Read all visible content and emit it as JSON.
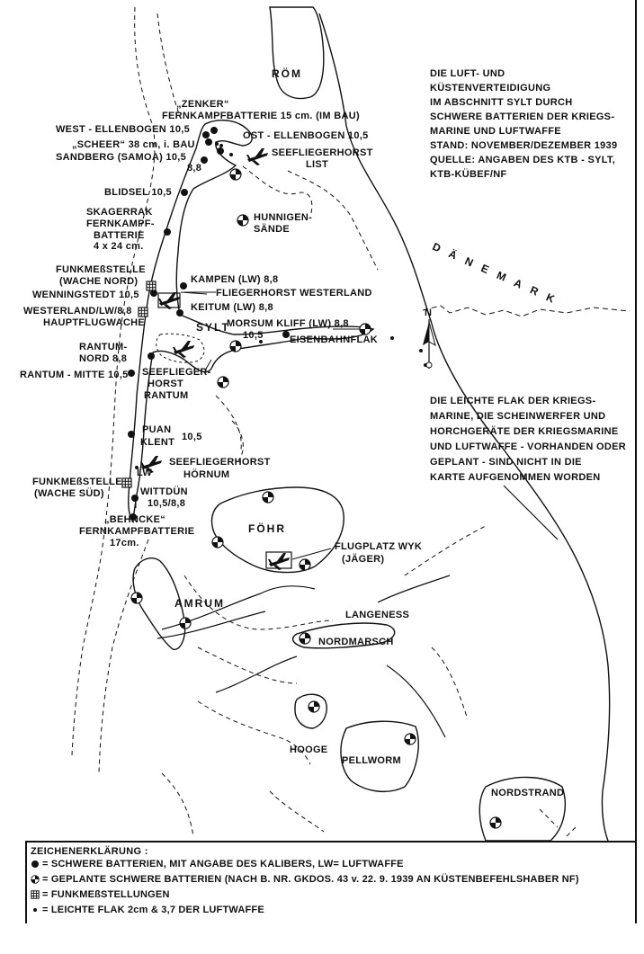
{
  "title": {
    "lines": [
      "DIE LUFT- UND",
      "KÜSTENVERTEIDIGUNG",
      "IM ABSCHNITT SYLT DURCH",
      "SCHWERE BATTERIEN DER KRIEGS-",
      "MARINE UND LUFTWAFFE",
      "STAND: NOVEMBER/DEZEMBER 1939",
      "QUELLE: ANGABEN DES KTB - SYLT,",
      "KTB-KÜBEF/NF"
    ]
  },
  "note": {
    "lines": [
      "DIE LEICHTE FLAK DER KRIEGS-",
      "MARINE, DIE SCHEINWERFER UND",
      "HORCHGERÄTE DER KRIEGSMARINE",
      "UND LUFTWAFFE - VORHANDEN ODER",
      "GEPLANT - SIND NICHT IN DIE",
      "KARTE AUFGENOMMEN WORDEN"
    ]
  },
  "islands": {
    "roem": "RÖM",
    "sylt": "SYLT",
    "foehr": "FÖHR",
    "amrum": "AMRUM",
    "langeness": "LANGENESS",
    "nordmarsch": "NORDMARSCH",
    "hooge": "HOOGE",
    "pellworm": "PELLWORM",
    "nordstrand": "NORDSTRAND",
    "hunnigen_1": "HUNNIGEN-",
    "hunnigen_2": "SÄNDE",
    "daenemark": "DÄNEMARK"
  },
  "labels": {
    "zenker_1": "„ZENKER“",
    "zenker_2": "FERNKAMPFBATTERIE 15 cm. (IM BAU)",
    "west_ellenbogen": "WEST - ELLENBOGEN 10,5",
    "ost_ellenbogen": "OST - ELLENBOGEN 10,5",
    "scheer": "„SCHEER“ 38 cm, i. BAU",
    "sandberg": "SANDBERG (SAMOA) 10,5",
    "sandberg_cal": "8,8",
    "seeflieger_list_1": "SEEFLIEGERHORST",
    "seeflieger_list_2": "LIST",
    "blidsel": "BLIDSEL 10,5",
    "skagerrak_1": "SKAGERRAK",
    "skagerrak_2": "FERNKAMPF-",
    "skagerrak_3": "BATTERIE",
    "skagerrak_4": "4 x 24 cm.",
    "funkmess_nord_1": "FUNKMEßSTELLE",
    "funkmess_nord_2": "(WACHE NORD)",
    "kampen": "KAMPEN (LW) 8,8",
    "wenningstedt": "WENNINGSTEDT 10,5",
    "fliegerhorst_westerland": "FLIEGERHORST  WESTERLAND",
    "westerland_1": "WESTERLAND/LW/8,8",
    "westerland_2": "HAUPTFLUGWACHE",
    "keitum": "KEITUM (LW) 8,8",
    "morsum": "MORSUM KLIFF (LW) 8,8",
    "morsum_cal": "10,5",
    "eisenbahnflak": "EISENBAHNFLAK",
    "rantum_nord_1": "RANTUM-",
    "rantum_nord_2": "NORD 8,8",
    "rantum_mitte": "RANTUM - MITTE 10,5",
    "seeflieger_rantum_1": "SEEFLIEGER-",
    "seeflieger_rantum_2": "HORST",
    "seeflieger_rantum_3": "RANTUM",
    "puan_1": "PUAN",
    "puan_2": "KLENT",
    "puan_cal": "10,5",
    "lw": "LW",
    "seeflieger_hoernum_1": "SEEFLIEGERHORST",
    "seeflieger_hoernum_2": "HÖRNUM",
    "funkmess_sued_1": "FUNKMEßSTELLE",
    "funkmess_sued_2": "(WACHE SÜD)",
    "wittduen_1": "WITTDÜN",
    "wittduen_2": "10,5/8,8",
    "behncke_1": "„BEHNCKE“",
    "behncke_2": "FERNKAMPFBATTERIE",
    "behncke_3": "17cm.",
    "flugplatz_wyk_1": "FLUGPLATZ WYK",
    "flugplatz_wyk_2": "(JÄGER)",
    "north": "N"
  },
  "legend": {
    "title": "ZEICHENERKLÄRUNG :",
    "row1": "= SCHWERE  BATTERIEN, MIT ANGABE DES KALIBERS, LW= LUFTWAFFE",
    "row2": "= GEPLANTE SCHWERE BATTERIEN (NACH B. NR. GKDOS. 43 v. 22. 9. 1939 AN KÜSTENBEFEHLSHABER NF)",
    "row3": "= FUNKMEßSTELLUNGEN",
    "row4": "= LEICHTE FLAK 2cm & 3,7 DER LUFTWAFFE"
  },
  "colors": {
    "ink": "#111111",
    "paper": "#ffffff"
  }
}
